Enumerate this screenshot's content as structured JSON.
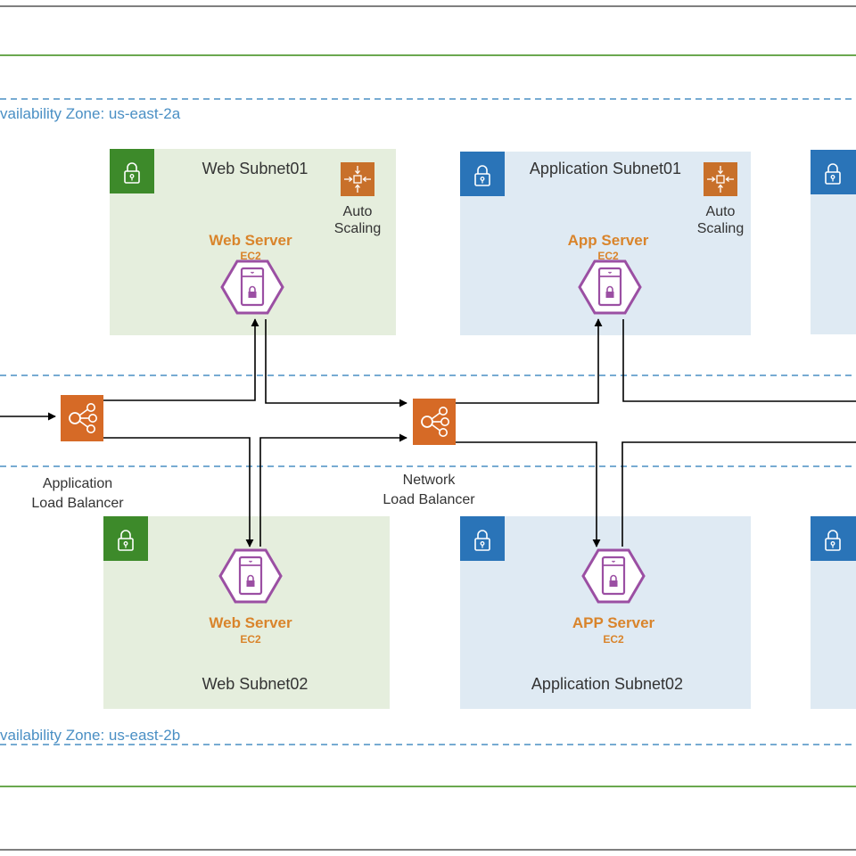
{
  "zones": {
    "az_a": "vailability Zone: us-east-2a",
    "az_b": "vailability Zone: us-east-2b"
  },
  "subnets": {
    "web01": "Web Subnet01",
    "app01": "Application Subnet01",
    "web02": "Web Subnet02",
    "app02": "Application Subnet02"
  },
  "servers": {
    "web01": {
      "title": "Web Server",
      "sub": "EC2"
    },
    "app01": {
      "title": "App Server",
      "sub": "EC2"
    },
    "web02": {
      "title": "Web Server",
      "sub": "EC2"
    },
    "app02": {
      "title": "APP Server",
      "sub": "EC2"
    }
  },
  "auto_scaling": {
    "line1": "Auto",
    "line2": "Scaling"
  },
  "load_balancers": {
    "alb": {
      "line1": "Application",
      "line2": "Load Balancer"
    },
    "nlb": {
      "line1": "Network",
      "line2": "Load Balancer"
    }
  },
  "colors": {
    "web_subnet_fill": "#e5eedd",
    "app_subnet_fill": "#dfeaf3",
    "web_lock": "#3d8a2a",
    "app_lock": "#2a74b8",
    "ec2_purple": "#9b4fa3",
    "lb_orange": "#d66a26",
    "az_blue": "#4a8fc4",
    "vpc_green": "#6aa84f"
  },
  "icons": {
    "lock": "lock-icon",
    "ec2": "ec2-instance-icon",
    "auto_scaling": "auto-scaling-icon",
    "load_balancer": "load-balancer-icon"
  }
}
